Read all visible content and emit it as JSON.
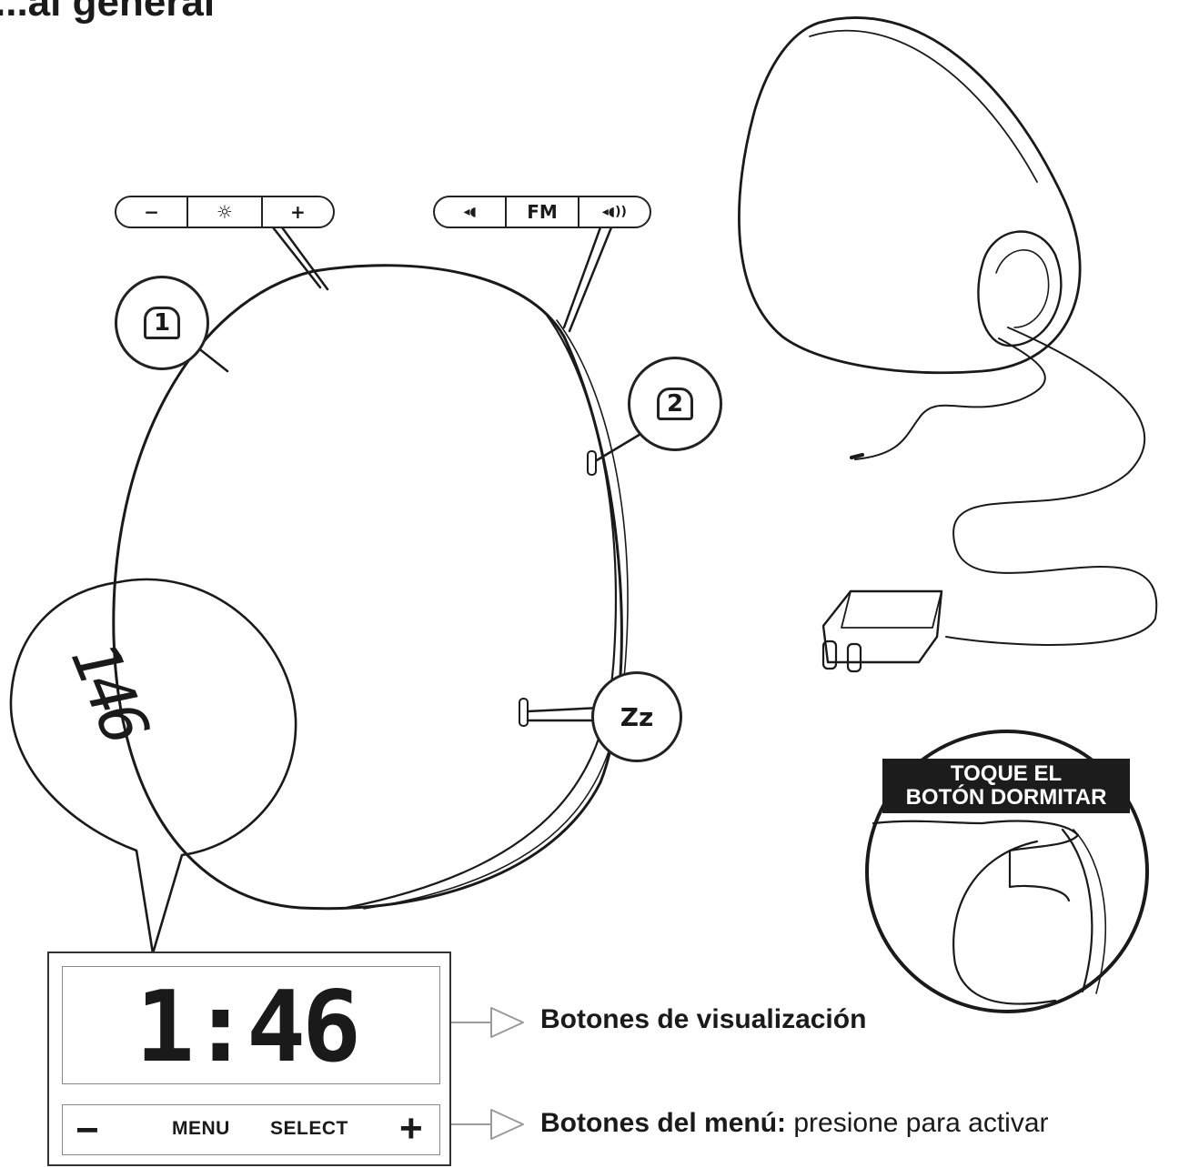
{
  "heading": {
    "text": "...al general"
  },
  "top_left_buttons": [
    {
      "icon": "minus-icon",
      "label": "−"
    },
    {
      "icon": "sun-icon",
      "label": "☼"
    },
    {
      "icon": "plus-icon",
      "label": "+"
    }
  ],
  "top_right_buttons": [
    {
      "icon": "volume-down-icon",
      "label": "◂◖"
    },
    {
      "icon": "fm-button",
      "label": "FM"
    },
    {
      "icon": "volume-up-icon",
      "label": "◂◖))"
    }
  ],
  "alarm1": {
    "icon": "alarm-1-icon",
    "label": "1"
  },
  "alarm2": {
    "icon": "alarm-2-icon",
    "label": "2"
  },
  "snooze": {
    "icon": "snooze-icon",
    "label": "Zz"
  },
  "device_display_digits": "146",
  "display_panel": {
    "digits": "1:46",
    "menu_minus": "−",
    "menu_label": "MENU",
    "select_label": "SELECT",
    "menu_plus": "+"
  },
  "captions": {
    "display_title": "Botones de visualización",
    "menu_title": "Botones del menú:",
    "menu_desc": "presione para activar"
  },
  "snooze_banner": {
    "line1": "TOQUE EL",
    "line2": "BOTÓN DORMITAR"
  }
}
